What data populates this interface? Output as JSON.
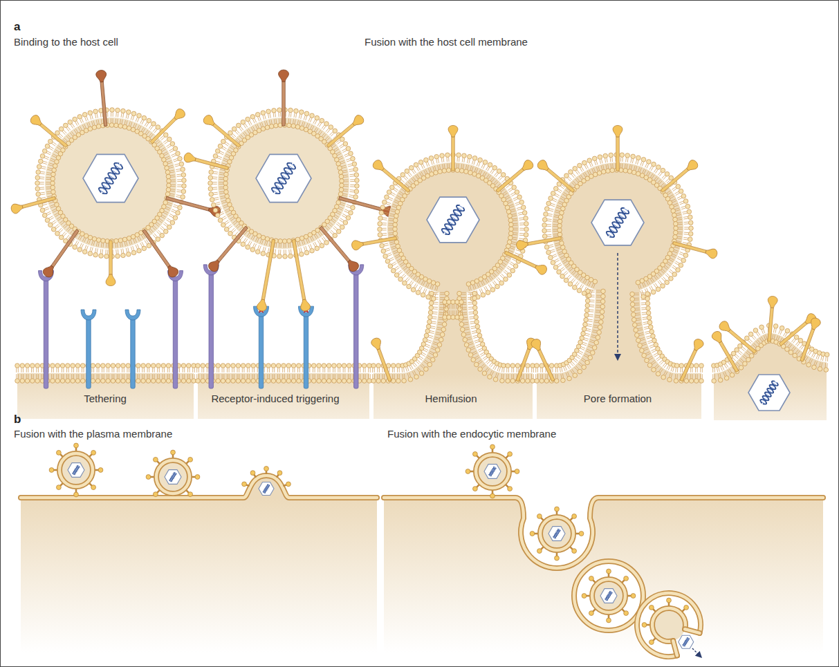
{
  "diagram": {
    "labels": [
      "a",
      "Binding to the host cell",
      "Fusion with the host cell membrane",
      "Tethering",
      "Receptor-induced triggering",
      "Hemifusion",
      "Pore formation",
      "b",
      "Fusion with the plasma membrane",
      "Fusion with the endocytic membrane"
    ]
  }
}
